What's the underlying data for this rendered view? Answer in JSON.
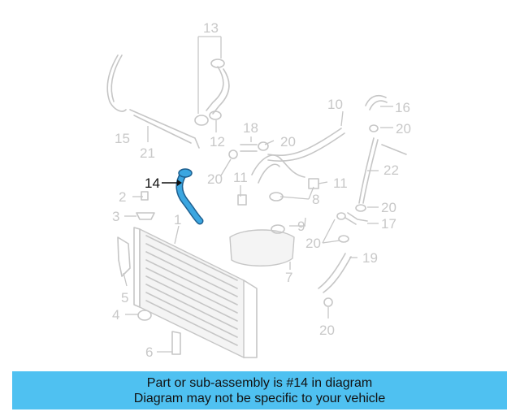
{
  "callouts": {
    "c1": "1",
    "c2": "2",
    "c3": "3",
    "c4": "4",
    "c5": "5",
    "c6": "6",
    "c7": "7",
    "c8": "8",
    "c9": "9",
    "c10": "10",
    "c11a": "11",
    "c11b": "11",
    "c12": "12",
    "c13": "13",
    "c14": "14",
    "c15": "15",
    "c16": "16",
    "c17": "17",
    "c18": "18",
    "c19": "19",
    "c20a": "20",
    "c20b": "20",
    "c20c": "20",
    "c20d": "20",
    "c20e": "20",
    "c20f": "20",
    "c21": "21",
    "c22": "22"
  },
  "highlight": {
    "part": "14",
    "color": "#2f9fd8"
  },
  "banner": {
    "line1": "Part or sub-assembly is #14 in diagram",
    "line2": "Diagram may not be specific to your vehicle",
    "color": "#4fc1f1"
  }
}
